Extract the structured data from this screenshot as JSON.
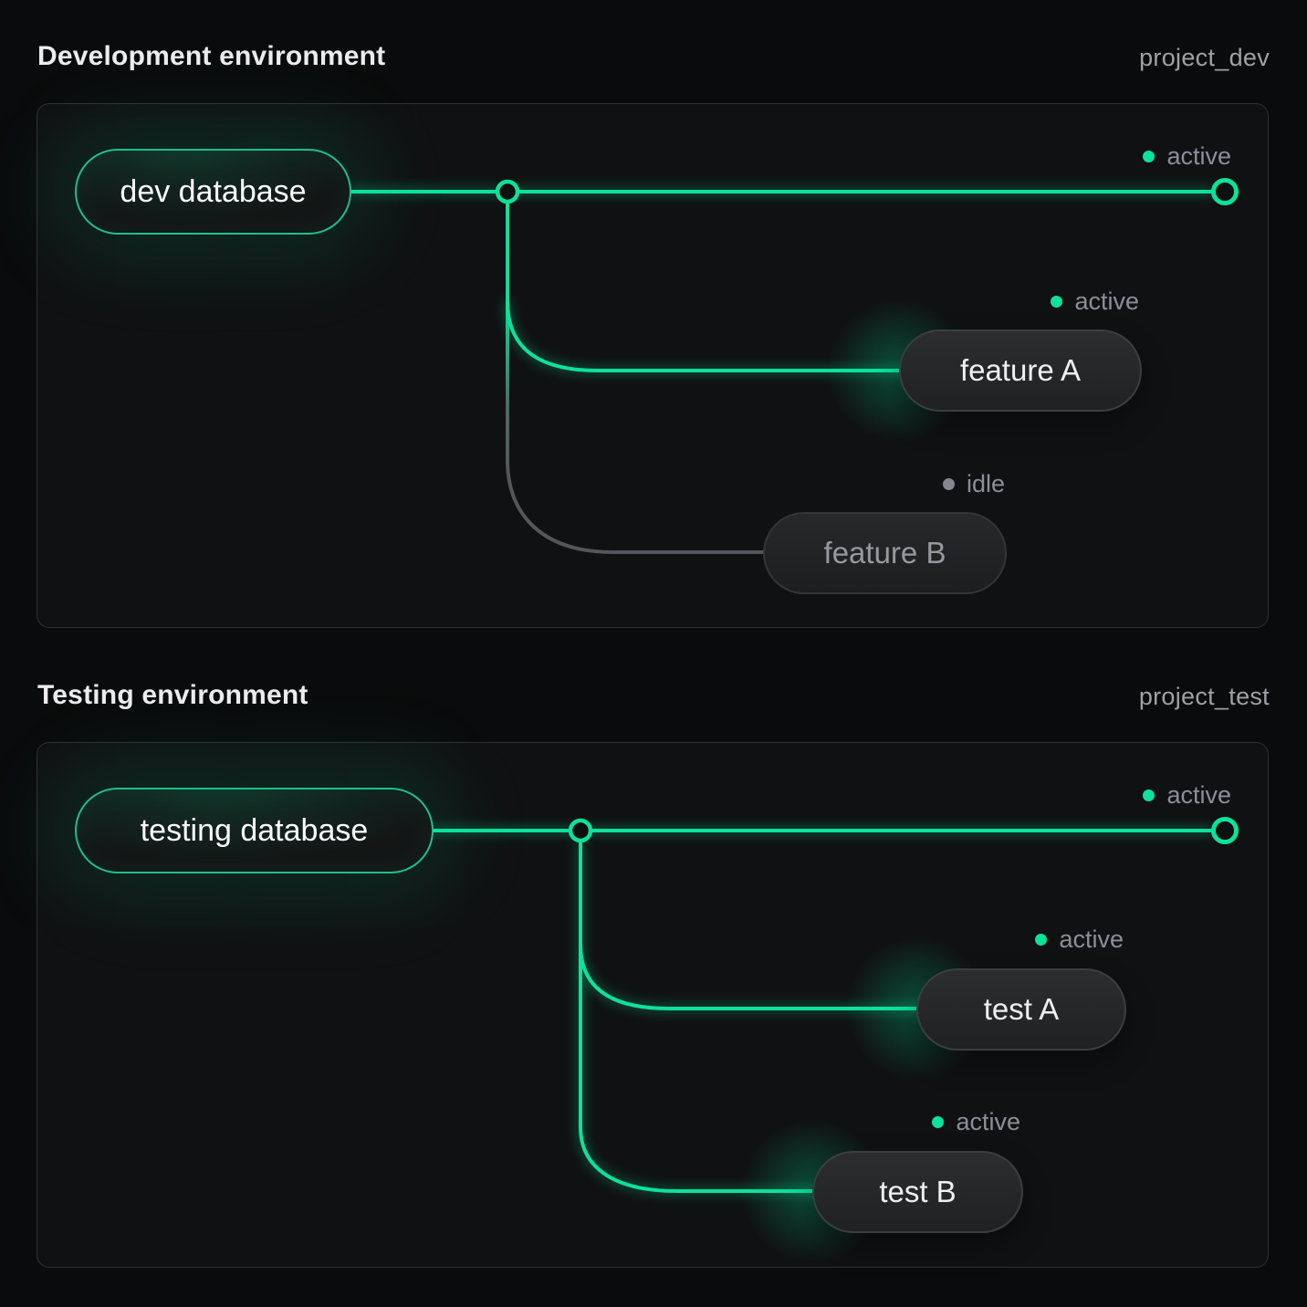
{
  "colors": {
    "accent_green": "#0be29a",
    "idle_gray": "#54565a",
    "panel_border": "#2e3034",
    "status_text": "#8b8f96"
  },
  "dev": {
    "title": "Development environment",
    "project": "project_dev",
    "database": {
      "label": "dev database",
      "status": "active"
    },
    "branches": [
      {
        "label": "feature A",
        "status": "active"
      },
      {
        "label": "feature B",
        "status": "idle"
      }
    ]
  },
  "test": {
    "title": "Testing environment",
    "project": "project_test",
    "database": {
      "label": "testing database",
      "status": "active"
    },
    "branches": [
      {
        "label": "test A",
        "status": "active"
      },
      {
        "label": "test B",
        "status": "active"
      }
    ]
  }
}
